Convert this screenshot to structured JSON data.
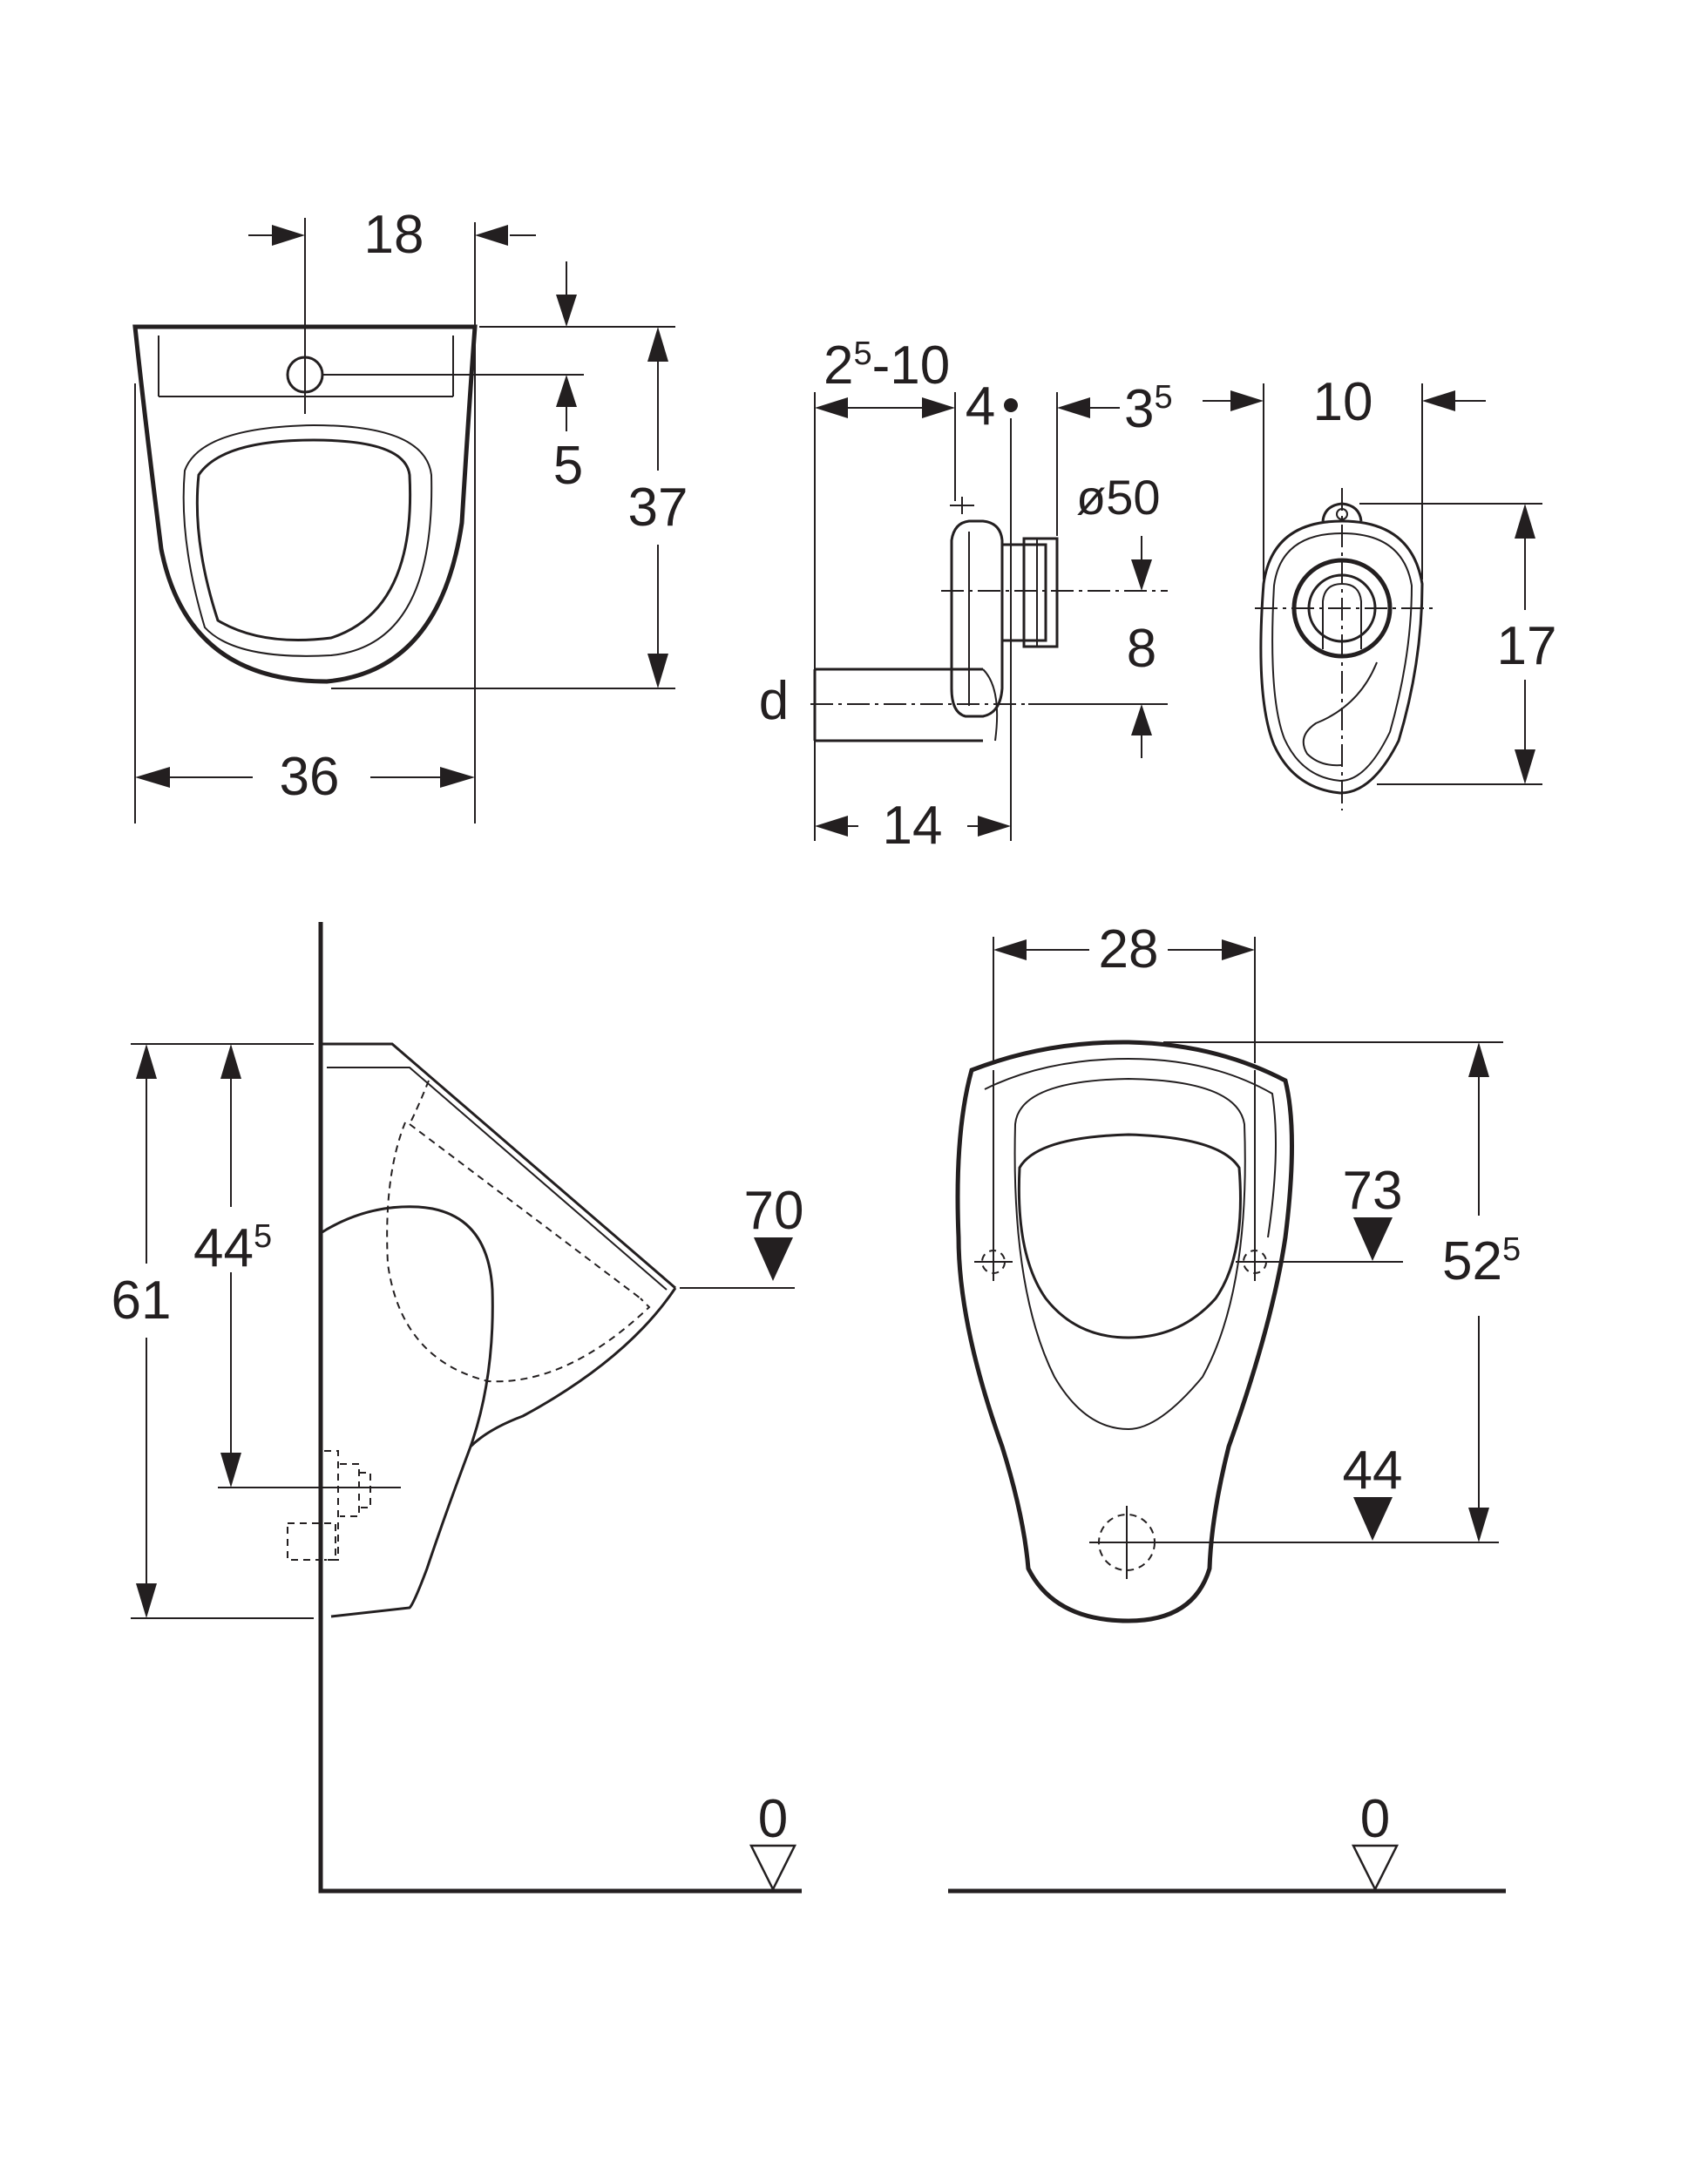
{
  "top_view": {
    "width_36": "36",
    "depth_37": "37",
    "inlet_18": "18",
    "inlet_5": "5"
  },
  "siphon": {
    "range_base": "2",
    "range_sup": "5",
    "range_rest": "-10",
    "offset_4": "4",
    "offset_3_base": "3",
    "offset_3_sup": "5",
    "diameter": "ø50",
    "height_8": "8",
    "length_14": "14",
    "label_d": "d"
  },
  "outlet_view": {
    "width_10": "10",
    "height_17": "17"
  },
  "side_view": {
    "height_61": "61",
    "height_44_base": "44",
    "height_44_sup": "5",
    "level_70": "70",
    "floor_0": "0"
  },
  "front_view": {
    "spacing_28": "28",
    "height_52_base": "52",
    "height_52_sup": "5",
    "level_73": "73",
    "level_44": "44",
    "floor_0": "0"
  }
}
